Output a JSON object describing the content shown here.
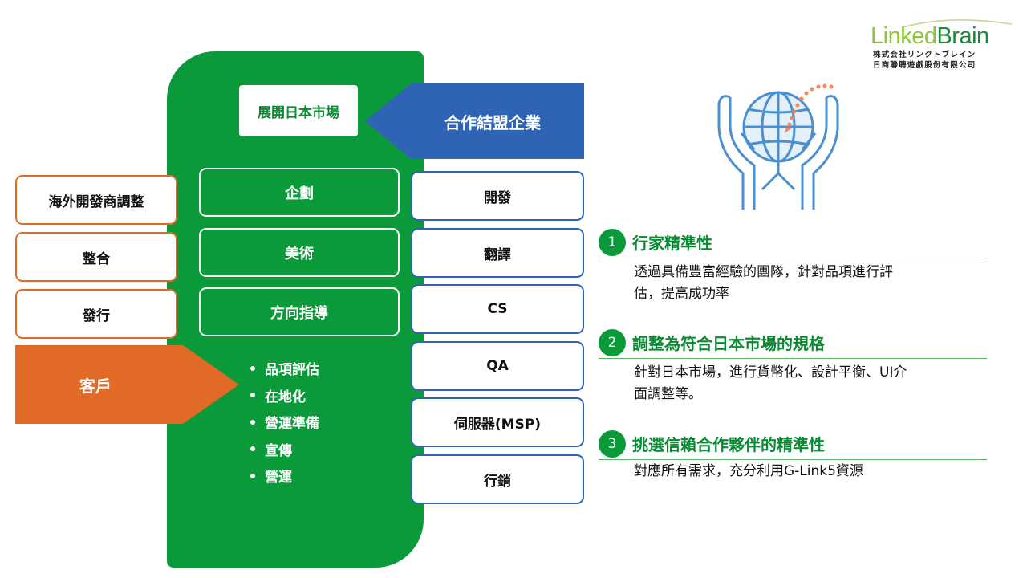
{
  "logo": {
    "word_linked": "Linked",
    "word_brain": "Brain",
    "sub_jp": "株式会社リンクトブレイン",
    "sub_tw": "日商聯聘遊戲股份有限公司"
  },
  "center": {
    "expand_label": "展開日本市場",
    "services": [
      "企劃",
      "美術",
      "方向指導"
    ],
    "bullets": [
      "品項評估",
      "在地化",
      "營運準備",
      "宣傳",
      "營運"
    ]
  },
  "left": {
    "items": [
      "海外開發商調整",
      "整合",
      "發行"
    ],
    "client_label": "客戶"
  },
  "right": {
    "partner_label": "合作結盟企業",
    "items": [
      "開發",
      "翻譯",
      "CS",
      "QA",
      "伺服器(MSP)",
      "行銷"
    ]
  },
  "features": [
    {
      "num": "1",
      "title": "行家精準性",
      "desc": [
        "透過具備豐富經驗的團隊，針對品項進行評",
        "估，提高成功率"
      ]
    },
    {
      "num": "2",
      "title": "調整為符合日本市場的規格",
      "desc": [
        "針對日本市場，進行貨幣化、設計平衡、UI介",
        "面調整等。"
      ]
    },
    {
      "num": "3",
      "title": "挑選信賴合作夥伴的精準性",
      "desc": [
        "對應所有需求，充分利用G-Link5資源"
      ]
    }
  ],
  "colors": {
    "green": "#0b9a3a",
    "orange": "#e06a26",
    "blue": "#2f64b4",
    "globe_blue": "#4a90d0",
    "arrow_dots": "#f08a5d"
  },
  "icons": {
    "globe": "globe-in-hands-icon"
  }
}
